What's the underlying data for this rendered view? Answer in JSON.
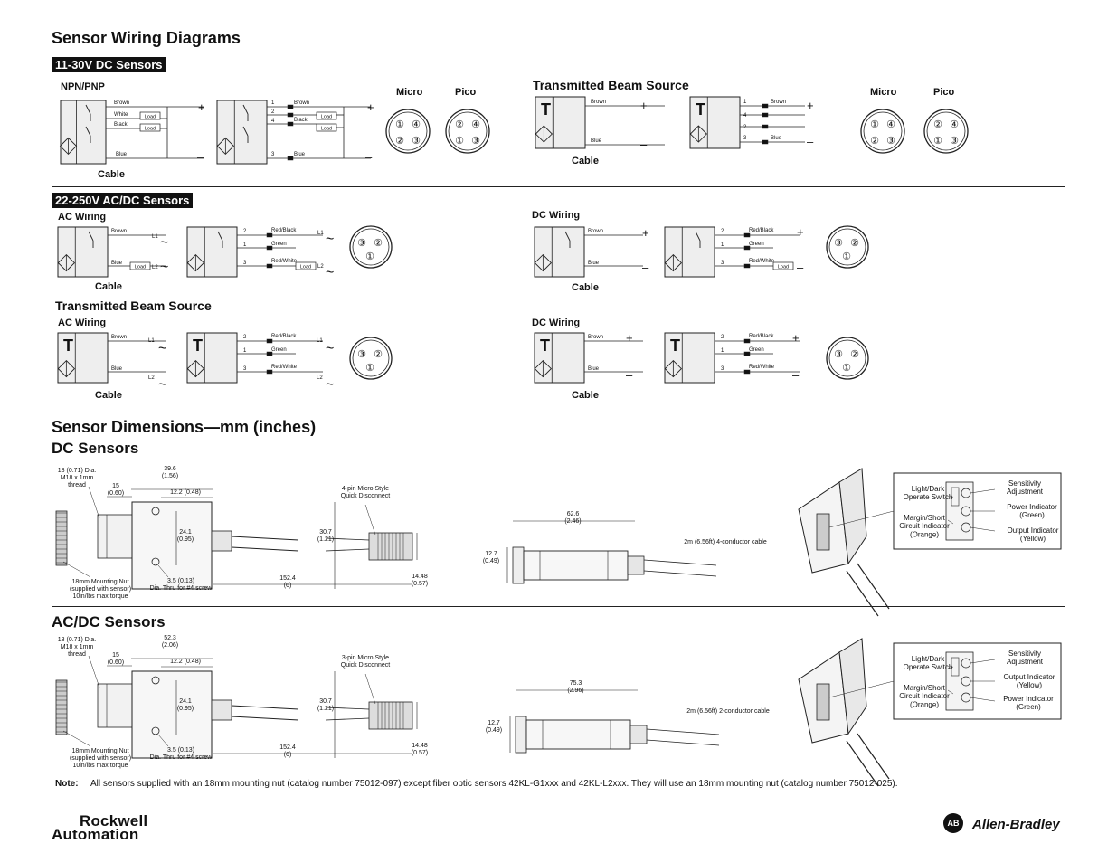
{
  "title": "Sensor Wiring Diagrams",
  "dims_title": "Sensor Dimensions—mm (inches)",
  "sections": {
    "dc_bar": "11-30V DC Sensors",
    "acdc_bar": "22-250V AC/DC Sensors",
    "dc_dims": "DC Sensors",
    "acdc_dims": "AC/DC Sensors"
  },
  "labels": {
    "npn_pnp": "NPN/PNP",
    "cable": "Cable",
    "micro": "Micro",
    "pico": "Pico",
    "transmitted_beam_source": "Transmitted Beam Source",
    "ac_wiring": "AC Wiring",
    "dc_wiring": "DC Wiring"
  },
  "wires": {
    "brown": "Brown",
    "white": "White",
    "black": "Black",
    "blue": "Blue",
    "red_black": "Red/Black",
    "green": "Green",
    "red_white": "Red/White",
    "load": "Load",
    "l1": "L1",
    "l2": "L2",
    "plus": "+",
    "minus": "–",
    "tilde": "~",
    "pin1": "1",
    "pin2": "2",
    "pin3": "3",
    "pin4": "4"
  },
  "connectors": {
    "micro4": [
      "①",
      "④",
      "②",
      "③"
    ],
    "pico4": [
      "②",
      "④",
      "①",
      "③"
    ],
    "micro3": [
      "③",
      "②",
      "①"
    ]
  },
  "emitter_glyph": "T",
  "dims_dc": {
    "thread": "18 (0.71) Dia.\nM18 x 1mm\nthread",
    "d15": "15\n(0.60)",
    "d396": "39.6\n(1.56)",
    "d122": "12.2 (0.48)",
    "d241": "24.1\n(0.95)",
    "d307": "30.7\n(1.21)",
    "qd": "4-pin Micro Style\nQuick Disconnect",
    "d1524": "152.4\n(6)",
    "d1448": "14.48\n(0.57)",
    "screw": "3.5 (0.13)\nDia. Thru for #4 screw",
    "nut": "18mm Mounting Nut\n(supplied with sensor)\n10in/lbs max torque",
    "d626": "62.6\n(2.46)",
    "d127": "12.7\n(0.49)",
    "cable": "2m (6.56ft) 4-conductor cable"
  },
  "dims_acdc": {
    "thread": "18 (0.71) Dia.\nM18 x 1mm\nthread",
    "d15": "15\n(0.60)",
    "d523": "52.3\n(2.06)",
    "d122": "12.2 (0.48)",
    "d241": "24.1\n(0.95)",
    "d307": "30.7\n(1.21)",
    "qd": "3-pin Micro Style\nQuick Disconnect",
    "d1524": "152.4\n(6)",
    "d1448": "14.48\n(0.57)",
    "screw": "3.5 (0.13)\nDia. Thru for #4 screw",
    "nut": "18mm Mounting Nut\n(supplied with sensor)\n10in/lbs max torque",
    "d753": "75.3\n(2.96)",
    "d127": "12.7\n(0.49)",
    "cable": "2m (6.56ft) 2-conductor cable"
  },
  "indicators_dc": {
    "light_dark": "Light/Dark\nOperate Switch",
    "margin": "Margin/Short\nCircuit Indicator\n(Orange)",
    "sensitivity": "Sensitivity\nAdjustment",
    "power": "Power Indicator\n(Green)",
    "output": "Output Indicator\n(Yellow)"
  },
  "indicators_acdc": {
    "light_dark": "Light/Dark\nOperate Switch",
    "margin": "Margin/Short\nCircuit Indicator\n(Orange)",
    "sensitivity": "Sensitivity\nAdjustment",
    "output": "Output Indicator\n(Yellow)",
    "power": "Power Indicator\n(Green)"
  },
  "note": {
    "label": "Note:",
    "text": "All sensors supplied with an 18mm mounting nut (catalog number 75012-097) except fiber optic sensors 42KL-G1xxx and 42KL-L2xxx. They will use an 18mm mounting nut (catalog number 75012-025)."
  },
  "footer": {
    "rockwell_1": "Rockwell",
    "rockwell_2": "Automation",
    "ab_logo": "AB",
    "allen_bradley": "Allen-Bradley"
  }
}
